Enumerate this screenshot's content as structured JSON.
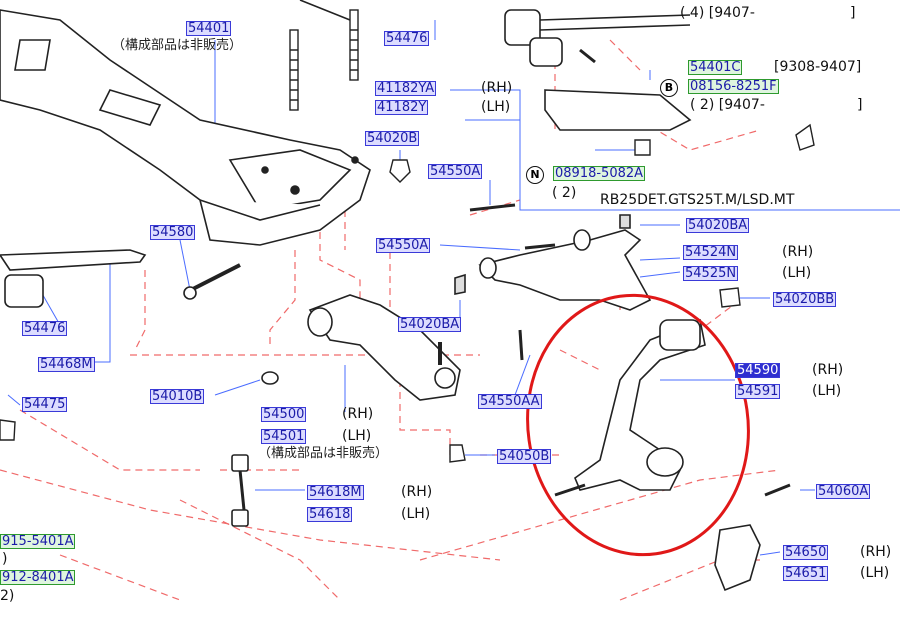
{
  "colors": {
    "part_label_fill": "#dcdcff",
    "part_label_border": "#3a3ad8",
    "highlight_ring": "#e01818",
    "leader_line": "#f06a6a"
  },
  "labels": {
    "p54401": "54401",
    "note_not_sold_1": "（構成部品は非販売）",
    "p54476_top": "54476",
    "qty4_top": "( 4) [9407-",
    "bracket_close_1": "]",
    "p54401C": "54401C",
    "range_9308_9407": "[9308-9407]",
    "marker_B": "B",
    "p08156": "08156-8251F",
    "qty2_9407": "( 2) [9407-",
    "bracket_close_2": "]",
    "p41182YA": "41182YA",
    "rh_1": "(RH)",
    "p41182Y": "41182Y",
    "lh_1": "(LH)",
    "p54020B": "54020B",
    "p54550A_1": "54550A",
    "marker_N": "N",
    "p08918": "08918-5082A",
    "qty2_n": "( 2)",
    "engine_note": "RB25DET.GTS25T.M/LSD.MT",
    "p54020BA_1": "54020BA",
    "p54580": "54580",
    "p54550A_2": "54550A",
    "p54524N": "54524N",
    "rh_2": "(RH)",
    "p54525N": "54525N",
    "lh_2": "(LH)",
    "p54020BB": "54020BB",
    "p54476_left": "54476",
    "p54020BA_2": "54020BA",
    "p54468M": "54468M",
    "p54590": "54590",
    "rh_3": "(RH)",
    "p54591": "54591",
    "lh_3": "(LH)",
    "p54475": "54475",
    "p54010B": "54010B",
    "p54550AA": "54550AA",
    "p54500": "54500",
    "rh_4": "(RH)",
    "p54501": "54501",
    "lh_4": "(LH)",
    "note_not_sold_2": "（構成部品は非販売）",
    "p54050B": "54050B",
    "p54618M": "54618M",
    "rh_5": "(RH)",
    "p54618": "54618",
    "lh_5": "(LH)",
    "p54060A": "54060A",
    "p915": "915-5401A",
    "paren_frag": ")",
    "p912": "912-8401A",
    "frag_2": "2)",
    "p54650": "54650",
    "rh_6": "(RH)",
    "p54651": "54651",
    "lh_6": "(LH)"
  }
}
